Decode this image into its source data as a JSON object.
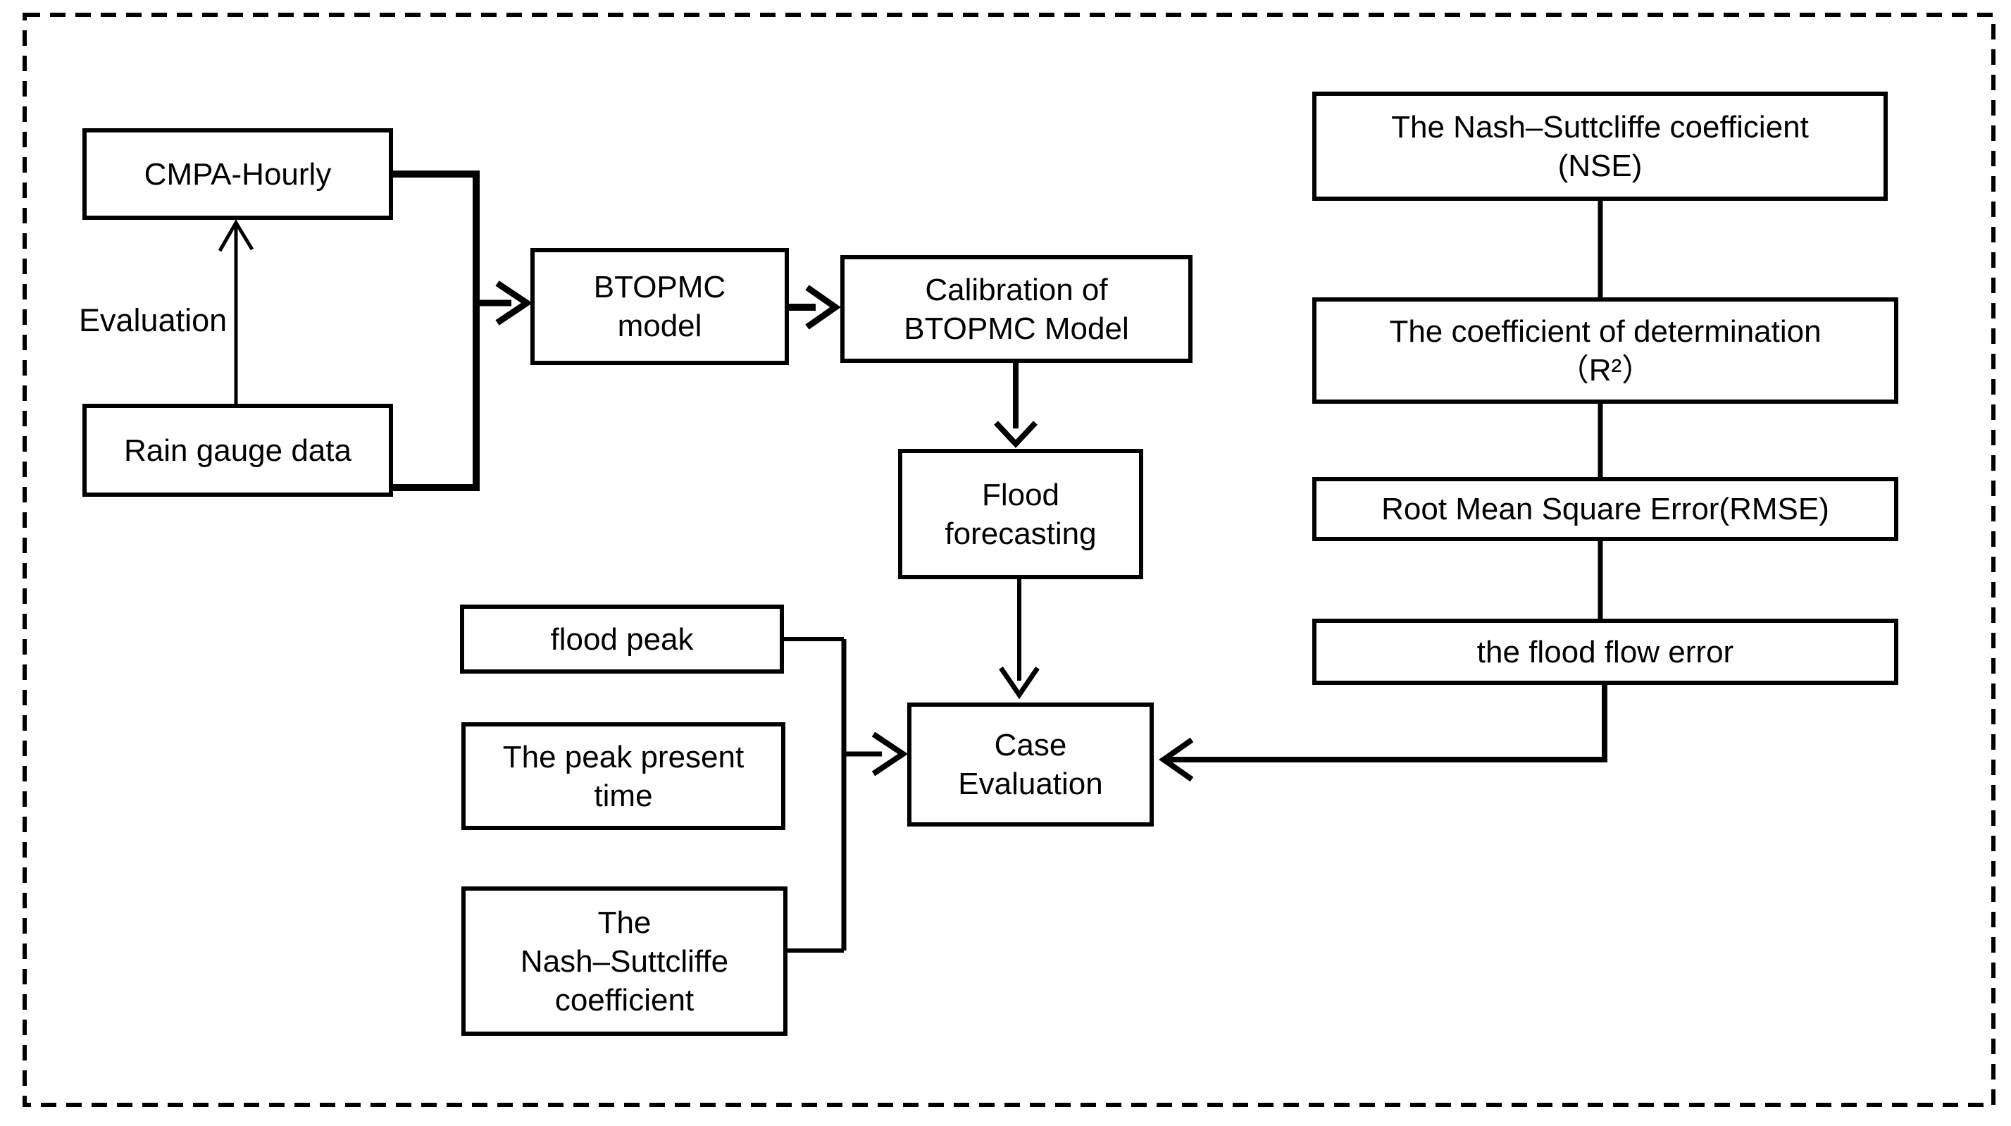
{
  "colors": {
    "ink": "#000000",
    "background": "#ffffff"
  },
  "nodes": {
    "cmpa": {
      "label": "CMPA-Hourly"
    },
    "rain_gauge": {
      "label": "Rain gauge data"
    },
    "btopmc": {
      "label": "BTOPMC\nmodel"
    },
    "calibration": {
      "label": "Calibration of\nBTOPMC Model"
    },
    "flood_forecasting": {
      "label": "Flood\nforecasting"
    },
    "case_evaluation": {
      "label": "Case\nEvaluation"
    },
    "flood_peak": {
      "label": "flood peak"
    },
    "peak_present_time": {
      "label": "The peak present\ntime"
    },
    "nash_coefficient": {
      "label": "The\nNash–Suttcliffe\ncoefficient"
    },
    "nse": {
      "label": "The Nash–Suttcliffe coefficient\n(NSE)"
    },
    "r_squared": {
      "label": "The coefficient of determination\n（R²）"
    },
    "rmse": {
      "label": "Root Mean Square Error(RMSE)"
    },
    "flood_flow_error": {
      "label": "the flood flow error"
    }
  },
  "edge_labels": {
    "evaluation": "Evaluation"
  }
}
